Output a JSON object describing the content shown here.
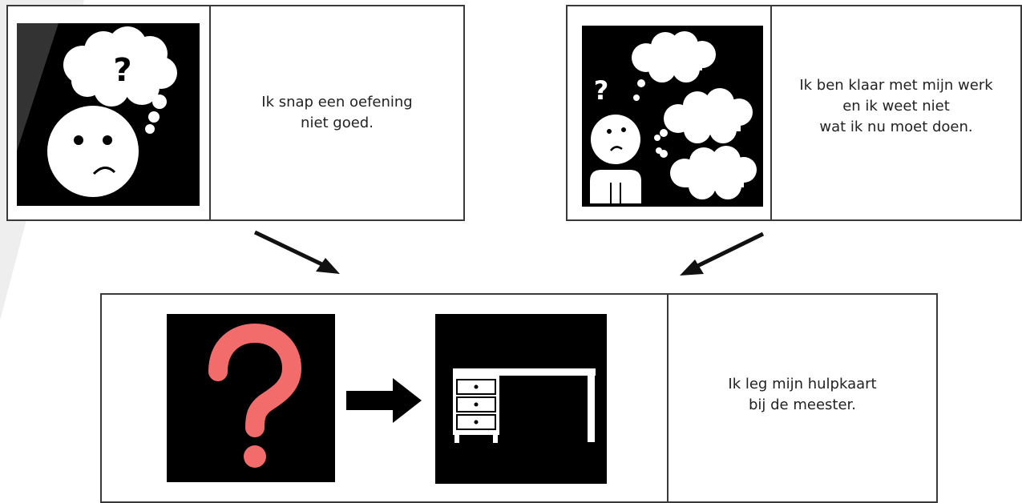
{
  "cards": {
    "top_left": {
      "caption": "Ik snap een oefening\nniet goed."
    },
    "top_right": {
      "caption": "Ik ben klaar met mijn werk\nen ik weet niet\nwat ik nu moet doen."
    },
    "bottom": {
      "caption": "Ik leg mijn hulpkaart\nbij de meester."
    }
  },
  "pictograms": {
    "confused_face": {
      "icon": "confused-face-thought-icon",
      "glyph": "?"
    },
    "many_thoughts": {
      "icon": "person-many-thoughts-icon",
      "glyph": "?"
    },
    "question_mark": {
      "icon": "red-question-mark-icon",
      "glyph": "?",
      "color": "#f36c6c"
    },
    "next_step": {
      "icon": "right-arrow-icon"
    },
    "desk": {
      "icon": "teacher-desk-icon"
    }
  },
  "colors": {
    "pictogram_background": "#000000",
    "line": "#3a3a3a",
    "question_red": "#f36c6c"
  }
}
